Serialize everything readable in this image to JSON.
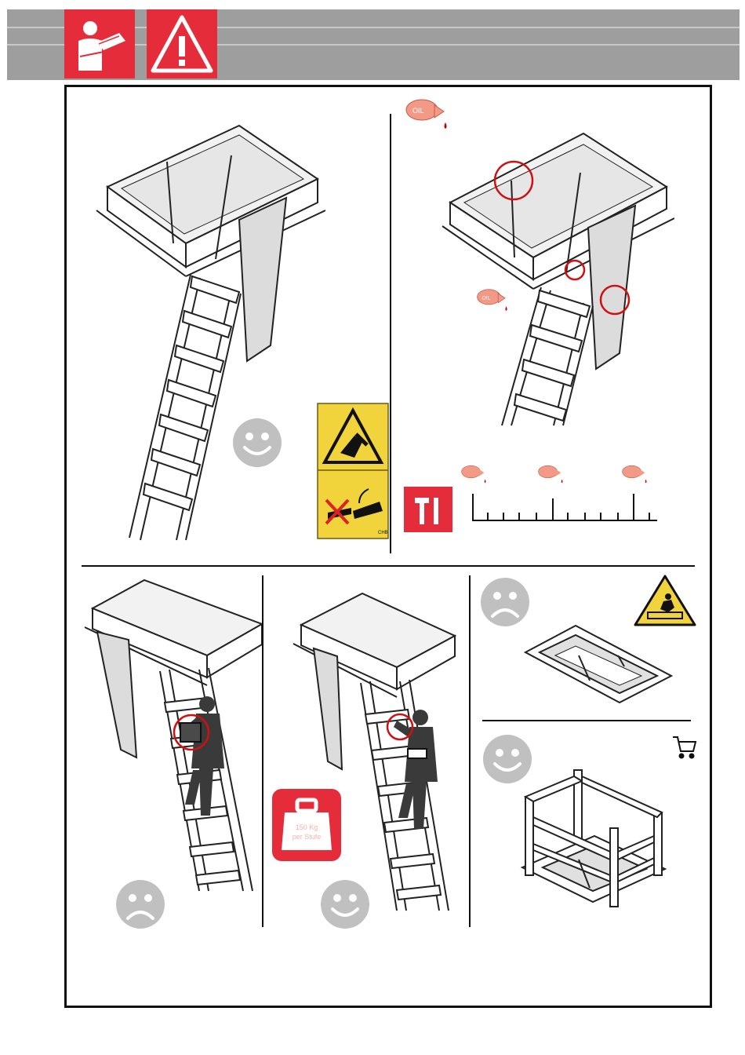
{
  "header": {
    "icons": [
      "read-manual-icon",
      "warning-triangle-icon"
    ],
    "accent_color": "#e42c3a",
    "band_color": "#9e9e9e"
  },
  "oil_bottle_label": "OIL",
  "weight_badge": {
    "line1": "150 Kg",
    "line2": "per Stufe"
  },
  "warning_label_code": "CHB",
  "maintenance_scale": {
    "tool_icon": "hammer-screwdriver-icon",
    "oil_points": 3
  },
  "faces": {
    "panel_1": "happy",
    "panel_3": "sad",
    "panel_4": "happy",
    "panel_5": "sad",
    "panel_6": "happy"
  }
}
